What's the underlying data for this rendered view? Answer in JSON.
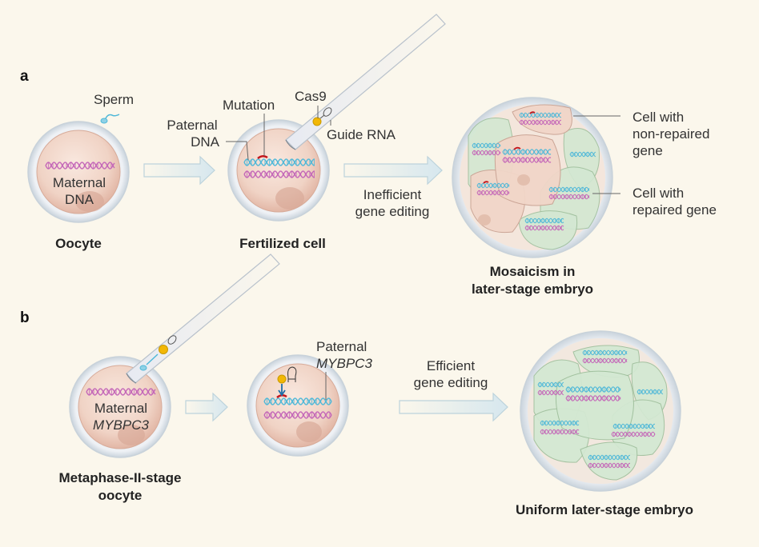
{
  "panels": {
    "a": {
      "letter": "a",
      "sperm_label": "Sperm",
      "oocyte": {
        "inner_line1": "Maternal",
        "inner_line2": "DNA",
        "caption": "Oocyte"
      },
      "fertilized": {
        "paternal_line1": "Paternal",
        "paternal_line2": "DNA",
        "mutation_label": "Mutation",
        "cas9_label": "Cas9",
        "guide_label": "Guide RNA",
        "caption": "Fertilized cell"
      },
      "arrow2_line1": "Inefficient",
      "arrow2_line2": "gene editing",
      "embryo": {
        "non_repaired_line1": "Cell with",
        "non_repaired_line2": "non-repaired",
        "non_repaired_line3": "gene",
        "repaired_line1": "Cell with",
        "repaired_line2": "repaired gene",
        "caption_line1": "Mosaicism in",
        "caption_line2": "later-stage embryo"
      }
    },
    "b": {
      "letter": "b",
      "oocyte": {
        "inner_line1": "Maternal",
        "inner_line2": "MYBPC3",
        "caption_line1": "Metaphase-II-stage",
        "caption_line2": "oocyte"
      },
      "paternal_line1": "Paternal",
      "paternal_line2": "MYBPC3",
      "arrow2_line1": "Efficient",
      "arrow2_line2": "gene editing",
      "embryo_caption": "Uniform later-stage embryo"
    }
  },
  "colors": {
    "background": "#fbf7ec",
    "cell_pink": "#f1d6c8",
    "cell_green": "#d3e8d2",
    "dna_blue": "#4fb8d8",
    "dna_magenta": "#c467b8",
    "mutation_red": "#c4161c",
    "cas9_yellow": "#f2b705",
    "arrow_fill": "#dbe9ee"
  }
}
